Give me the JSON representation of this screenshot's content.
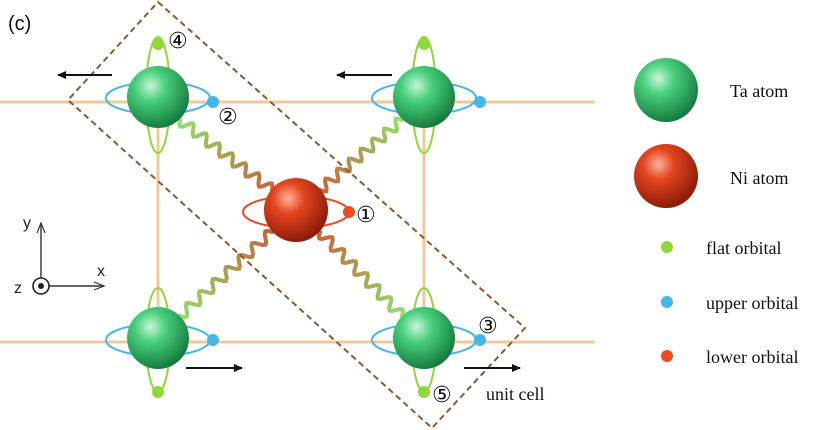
{
  "panel_label": "(c)",
  "axes": {
    "x": "x",
    "y": "y",
    "z": "z"
  },
  "circled_numbers": [
    "①",
    "②",
    "③",
    "④",
    "⑤"
  ],
  "unit_cell_label": "unit cell",
  "legend": {
    "ta": "Ta atom",
    "ni": "Ni atom",
    "flat": "flat orbital",
    "upper": "upper orbital",
    "lower": "lower orbital"
  },
  "colors": {
    "ta_atom": "#2fbf6a",
    "ni_atom": "#d63a1e",
    "flat_orbital": "#8fd83a",
    "upper_orbital": "#45b6e8",
    "lower_orbital": "#f04a22",
    "lattice_line": "#f2c79a",
    "unit_cell_border": "#8a5a2b"
  }
}
